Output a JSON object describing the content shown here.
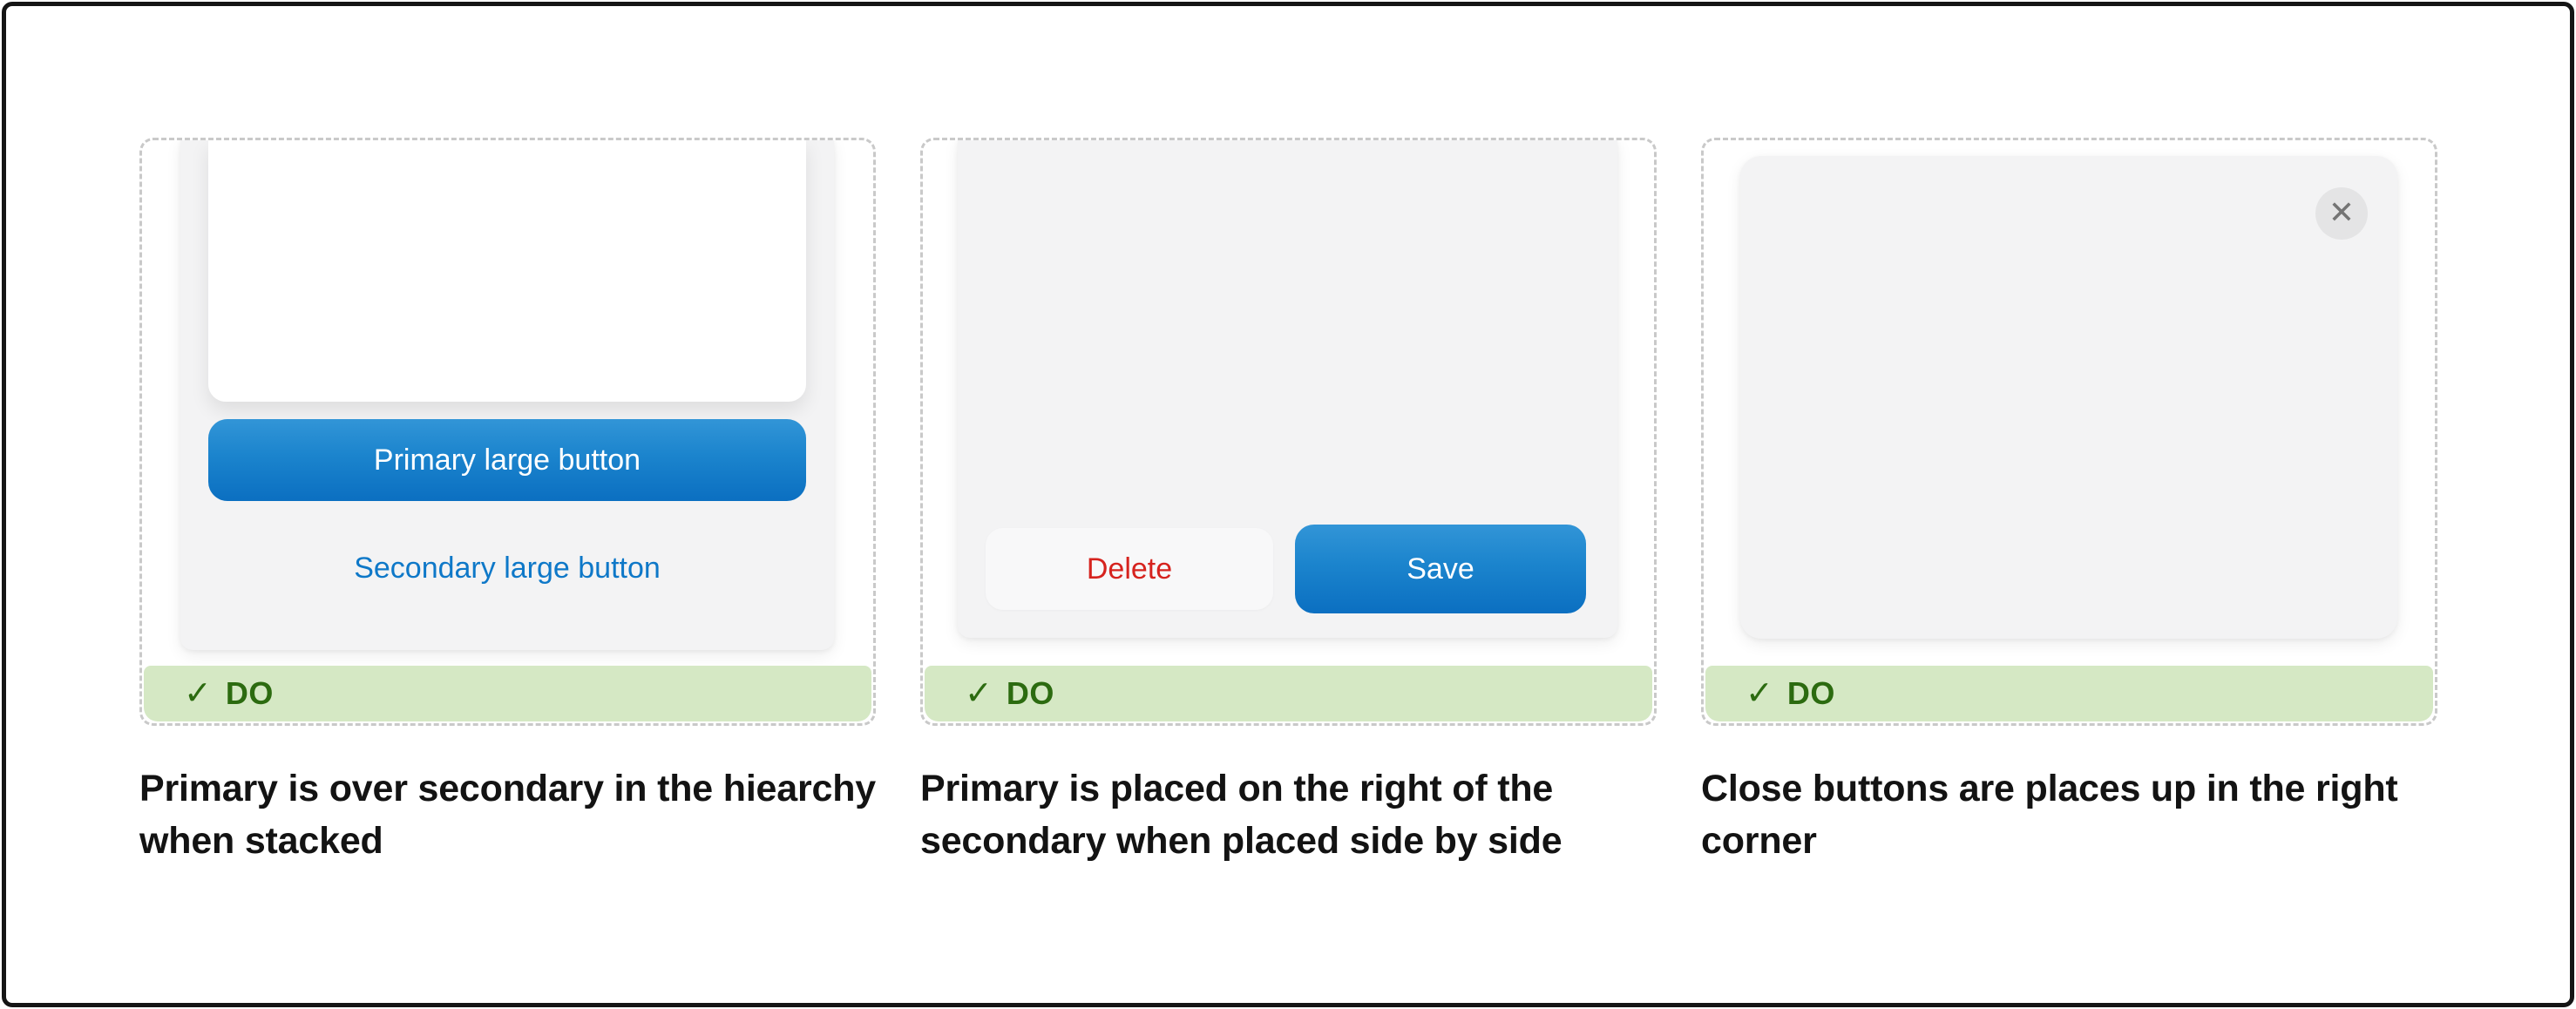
{
  "colors": {
    "primary_blue_top": "#3295d7",
    "primary_blue_bottom": "#0b6fc1",
    "secondary_link_blue": "#0e78c8",
    "delete_red": "#d6231e",
    "do_bar_background": "#d5e8c4",
    "do_text_green": "#2c6b10",
    "card_gray": "#f3f3f4",
    "dashed_border_gray": "#c9c9c9",
    "close_circle_gray": "#e4e4e5",
    "close_glyph_gray": "#747474"
  },
  "do_badge": {
    "icon": "✓",
    "label": "DO"
  },
  "panels": [
    {
      "primary_button": "Primary large button",
      "secondary_button": "Secondary large button",
      "caption": "Primary is over secondary in the hiearchy when stacked"
    },
    {
      "secondary_button": "Delete",
      "primary_button": "Save",
      "caption": "Primary is placed on the right of the secondary when placed side by side"
    },
    {
      "close_icon": "✕",
      "caption": "Close buttons are places up in the right corner"
    }
  ]
}
